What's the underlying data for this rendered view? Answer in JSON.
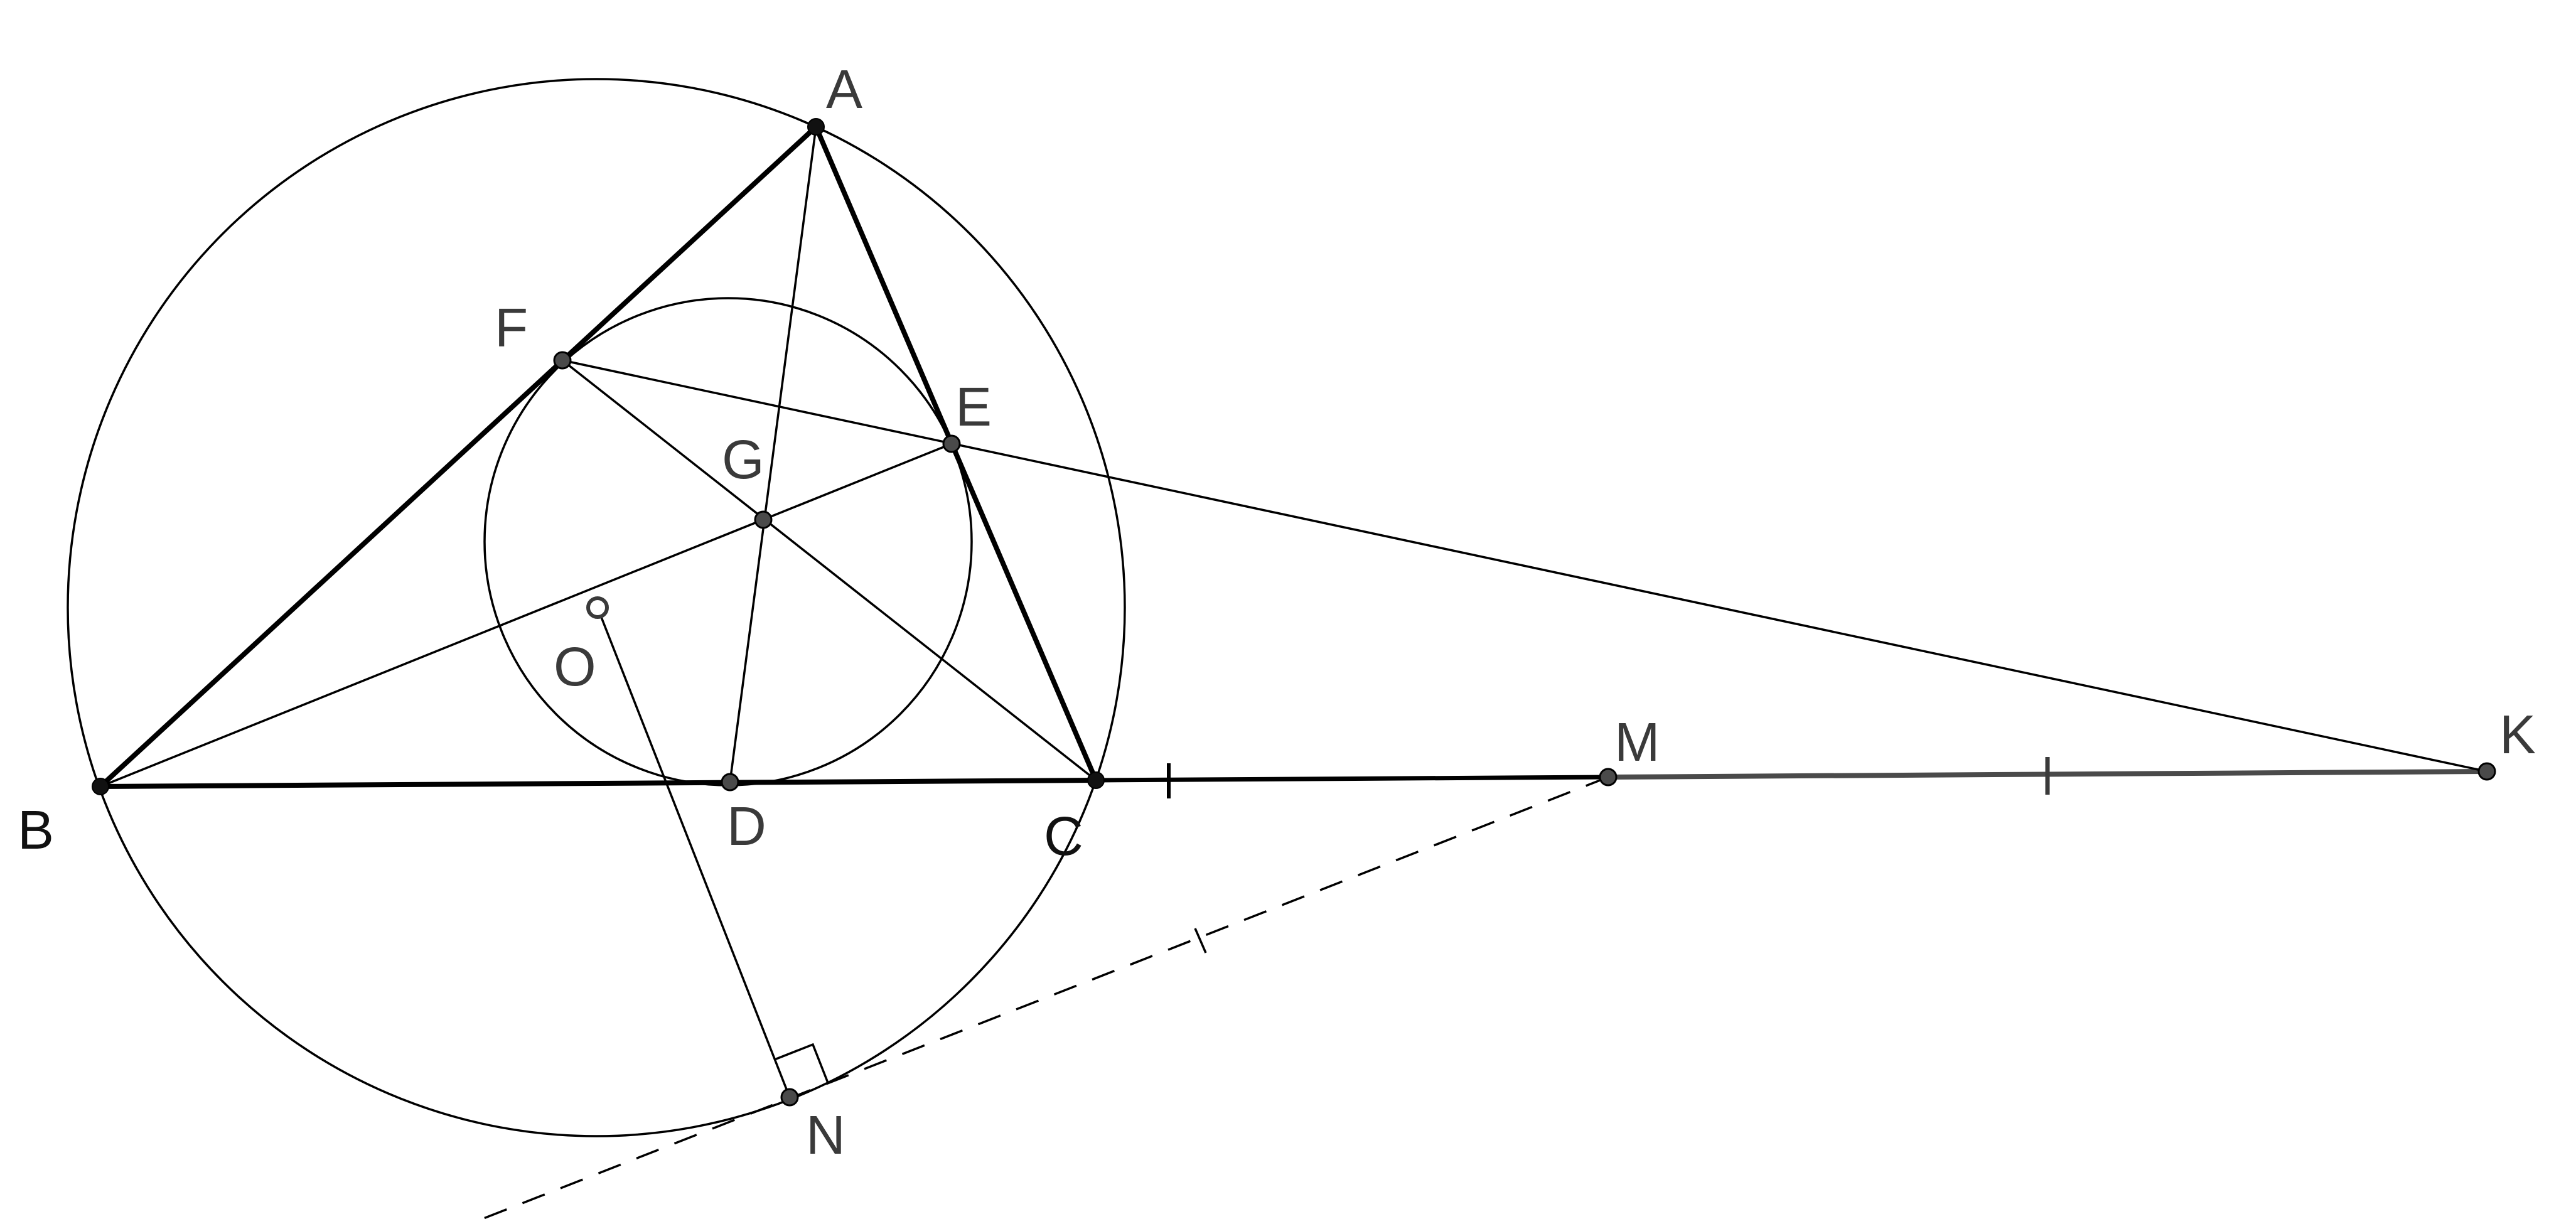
{
  "points": {
    "A": "A",
    "B": "B",
    "C": "C",
    "D": "D",
    "E": "E",
    "F": "F",
    "G": "G",
    "O": "O",
    "M": "M",
    "N": "N",
    "K": "K"
  },
  "colors": {
    "background": "#ffffff",
    "stroke": "#000000",
    "point_fill": "#4a4a4a",
    "label": "#3a3a3a"
  }
}
